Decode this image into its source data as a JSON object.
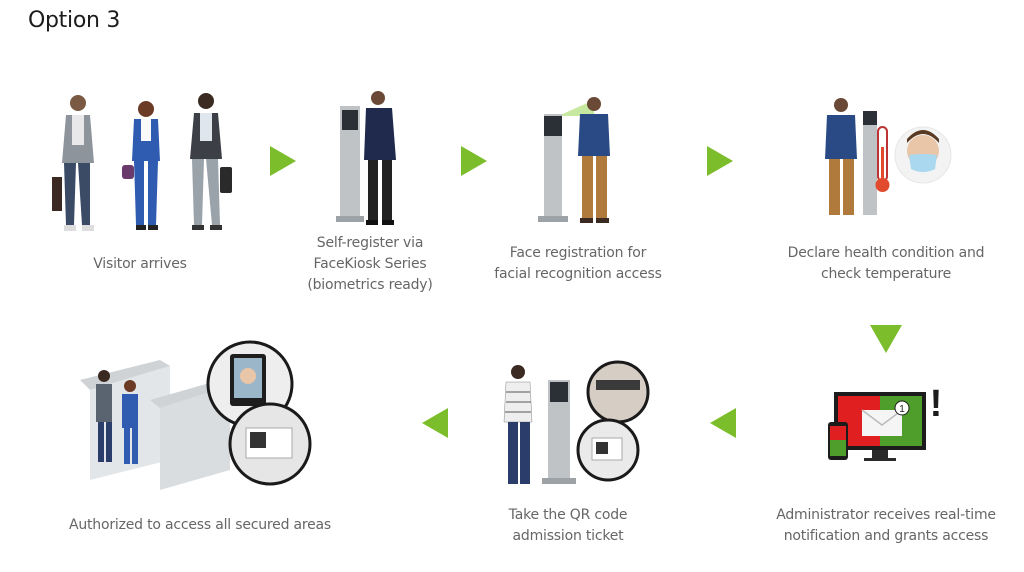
{
  "title": "Option 3",
  "steps": {
    "s1": {
      "lines": [
        "Visitor arrives"
      ]
    },
    "s2": {
      "lines": [
        "Self-register via",
        "FaceKiosk Series",
        "(biometrics ready)"
      ]
    },
    "s3": {
      "lines": [
        "Face registration for",
        "facial recognition access"
      ]
    },
    "s4": {
      "lines": [
        "Declare health condition and",
        "check temperature"
      ]
    },
    "s5": {
      "lines": [
        "Administrator receives real-time",
        "notification and grants access"
      ]
    },
    "s6": {
      "lines": [
        "Take the QR code",
        "admission ticket"
      ]
    },
    "s7": {
      "lines": [
        "Authorized to access all secured areas"
      ]
    }
  },
  "notification_badge": "1",
  "alert_mark": "!",
  "colors": {
    "accent": "#7cbd2b",
    "alert_red": "#e02020",
    "screen_green": "#4f9e2b"
  }
}
